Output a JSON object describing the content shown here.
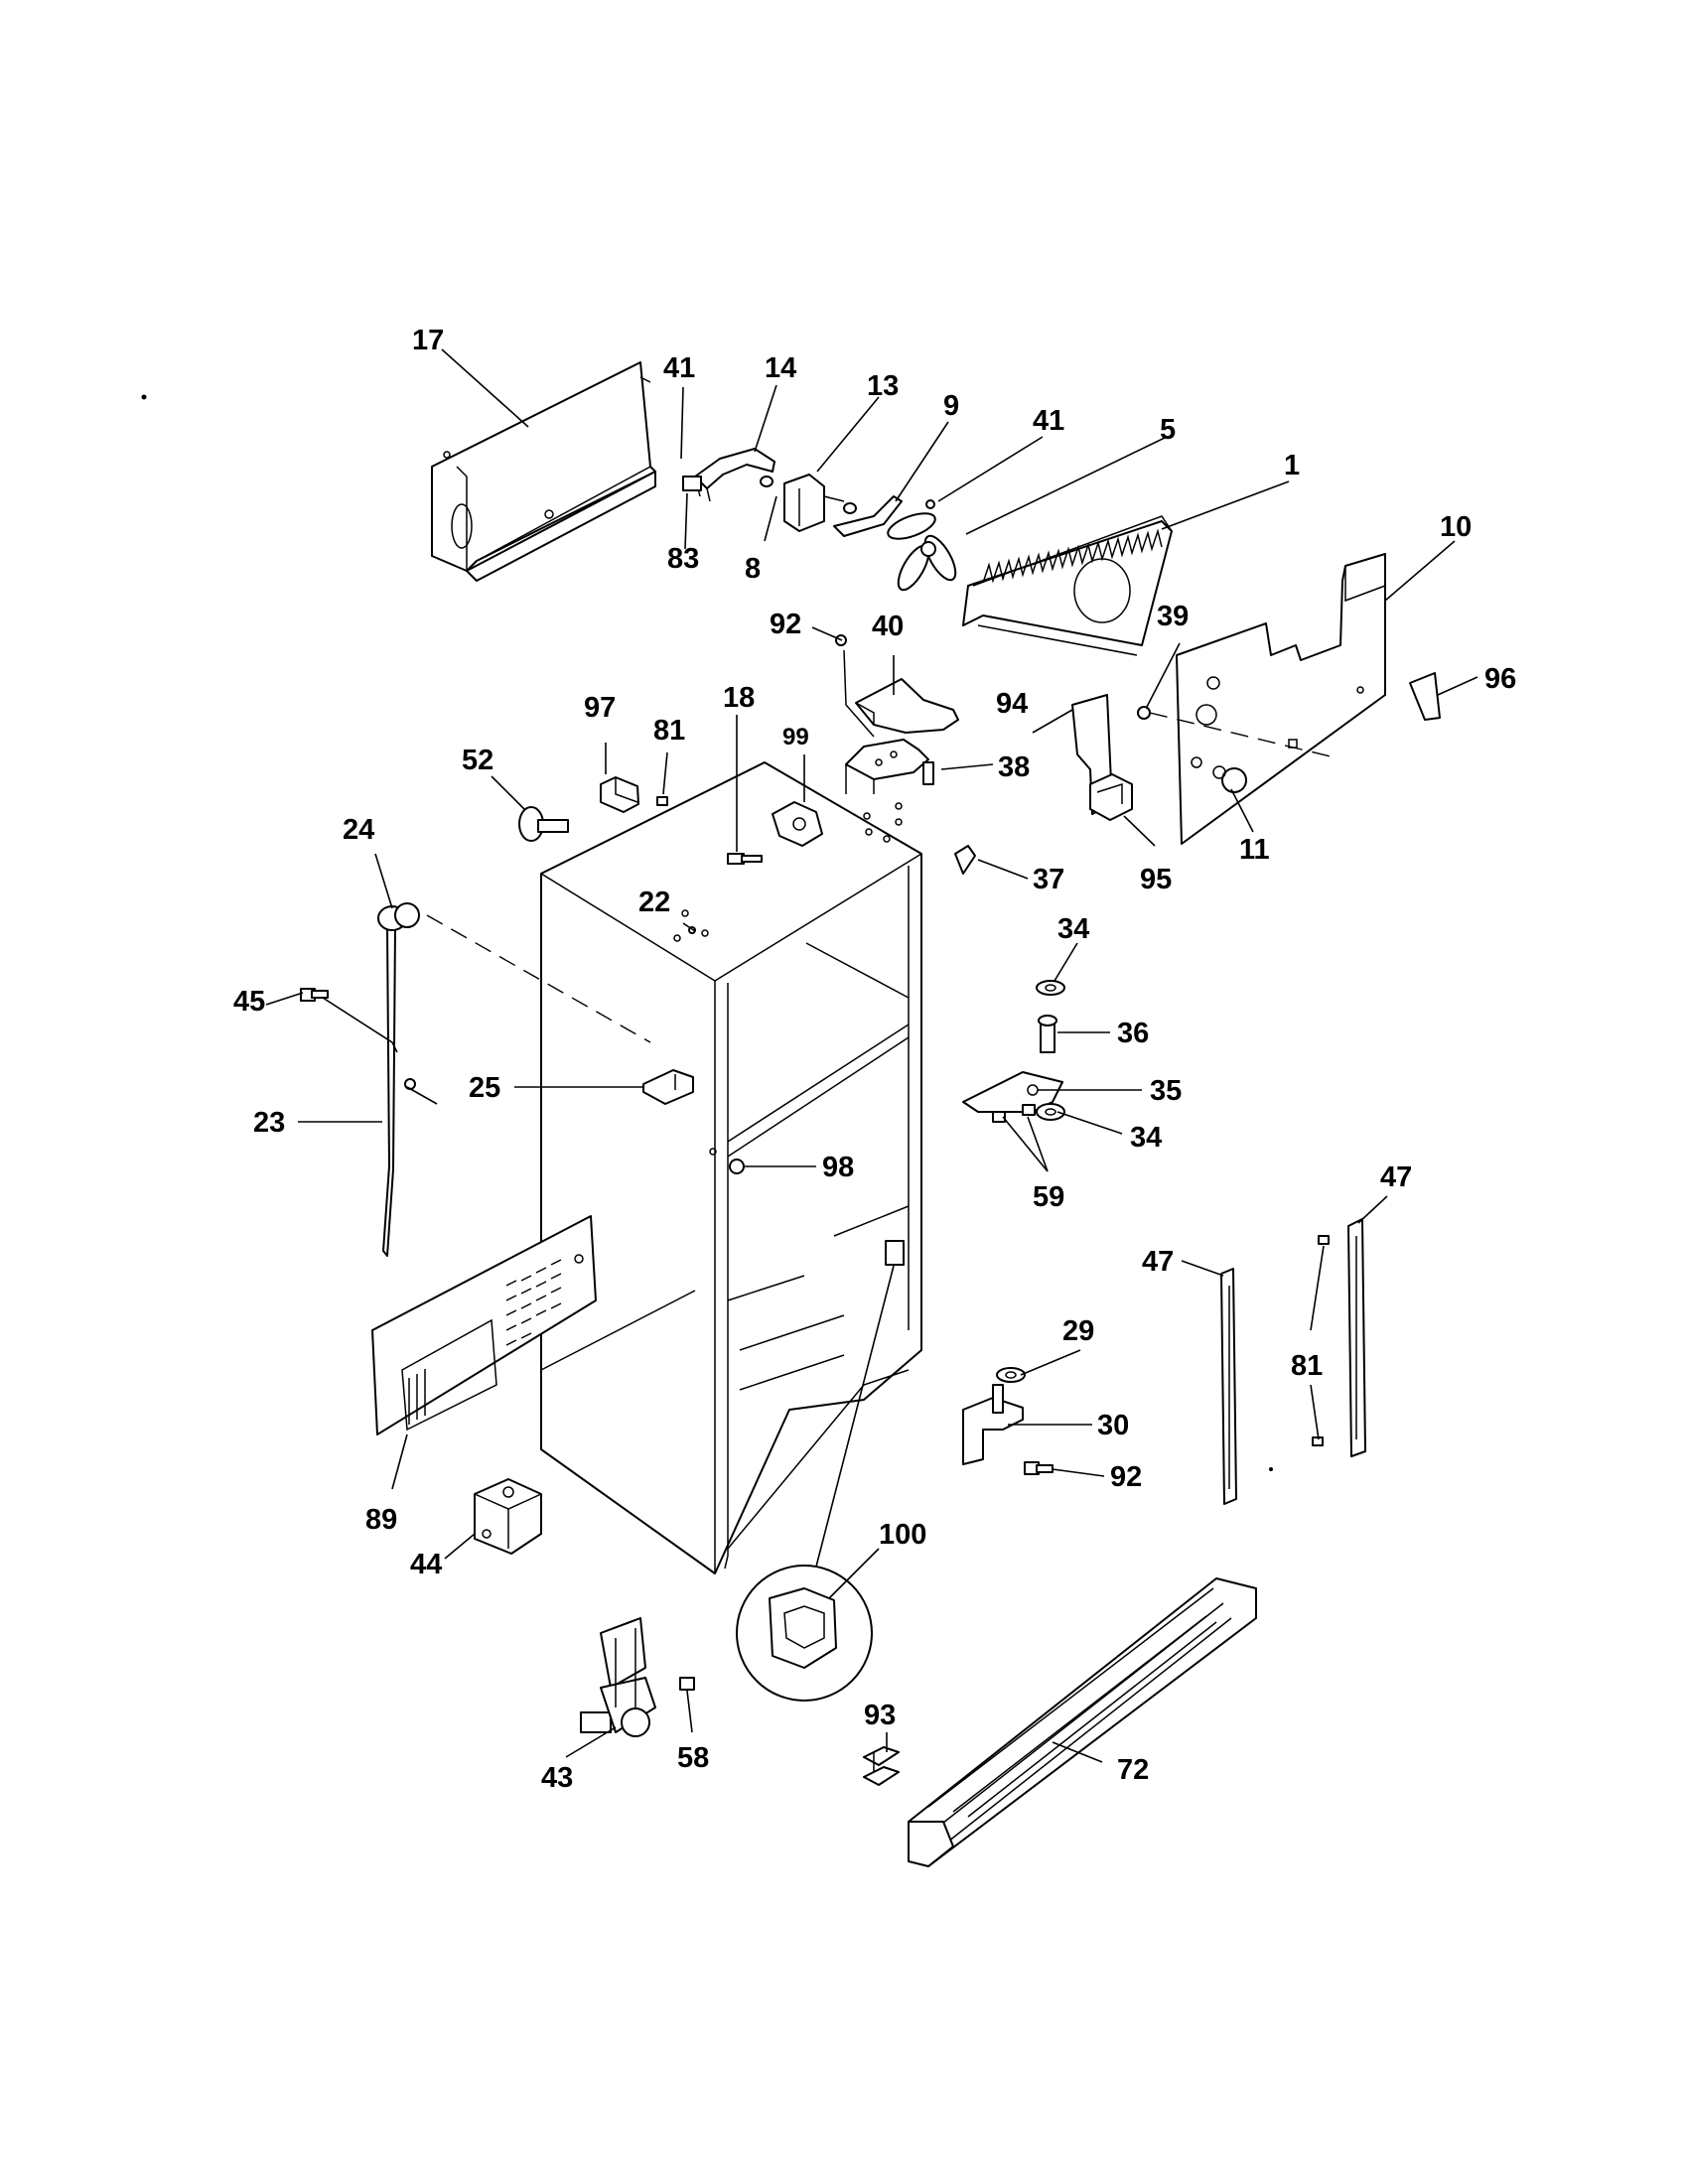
{
  "diagram": {
    "labels": {
      "p1": "1",
      "p5": "5",
      "p8": "8",
      "p9": "9",
      "p10": "10",
      "p11": "11",
      "p13": "13",
      "p14": "14",
      "p17": "17",
      "p18": "18",
      "p22": "22",
      "p23": "23",
      "p24": "24",
      "p25": "25",
      "p29": "29",
      "p30": "30",
      "p34a": "34",
      "p34b": "34",
      "p35": "35",
      "p36": "36",
      "p37": "37",
      "p38": "38",
      "p39": "39",
      "p40": "40",
      "p41a": "41",
      "p41b": "41",
      "p43": "43",
      "p44": "44",
      "p45": "45",
      "p47a": "47",
      "p47b": "47",
      "p52": "52",
      "p58": "58",
      "p59": "59",
      "p72": "72",
      "p81a": "81",
      "p81b": "81",
      "p83": "83",
      "p89": "89",
      "p92a": "92",
      "p92b": "92",
      "p93": "93",
      "p94": "94",
      "p95": "95",
      "p96": "96",
      "p97": "97",
      "p98": "98",
      "p99": "99",
      "p100": "100"
    }
  }
}
